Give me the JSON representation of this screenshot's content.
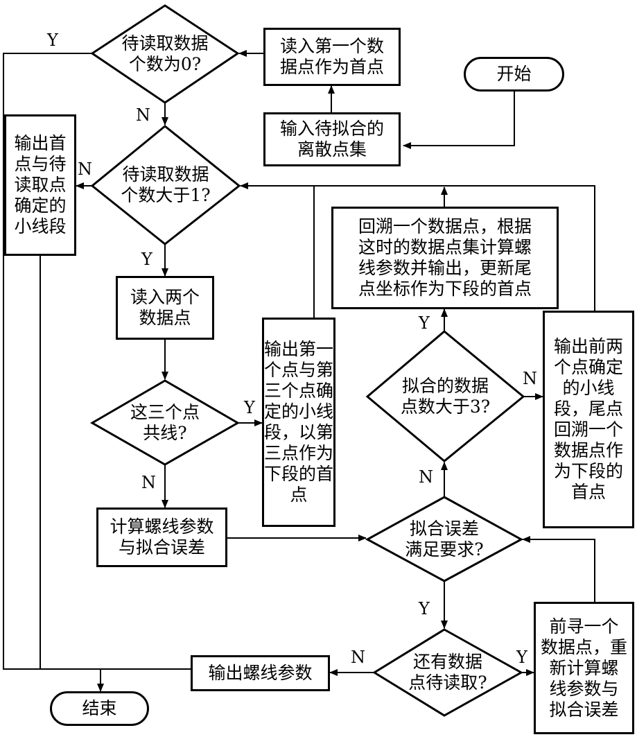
{
  "nodes": {
    "start": "开始",
    "input_set": "输入待拟合的\n离散点集",
    "read_first": "读入第一个数\n据点作为首点",
    "d_zero": "待读取数据\n个数为0?",
    "out_head": "输出首\n点与待\n读取点\n确定的\n小线段",
    "d_gt1": "待读取数据\n个数大于1?",
    "read_two": "读入两个\n数据点",
    "d_collinear": "这三个点\n共线?",
    "out_first_third": "输出第一\n个点与第\n三个点确\n定的小线\n段，以第\n三点作为\n下段的首\n点",
    "calc": "计算螺线参数\n与拟合误差",
    "backtrack": "回溯一个数据点，根据\n这时的数据点集计算螺\n线参数并输出，更新尾\n点坐标作为下段的首点",
    "d_gt3": "拟合的数据\n点数大于3?",
    "out_first_two": "输出前两\n个点确定\n的小线\n段，尾点\n回溯一个\n数据点作\n为下段的\n首点",
    "d_error": "拟合误差\n满足要求?",
    "d_more": "还有数据\n点待读取?",
    "forward": "前寻一个\n数据点，重\n新计算螺\n线参数与\n拟合误差",
    "out_params": "输出螺线参数",
    "end": "结束"
  },
  "labels": {
    "zero_yes": "Y",
    "zero_no": "N",
    "gt1_no": "N",
    "gt1_yes": "Y",
    "col_yes": "Y",
    "col_no": "N",
    "gt3_yes": "Y",
    "gt3_no": "N",
    "err_no": "N",
    "err_yes": "Y",
    "more_no": "N",
    "more_yes": "Y"
  }
}
